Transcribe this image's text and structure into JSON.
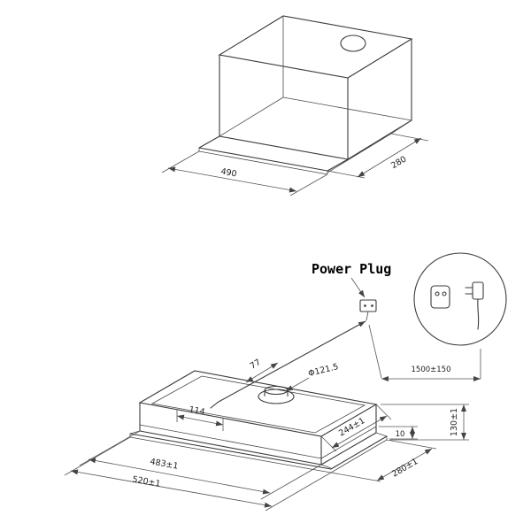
{
  "page": {
    "background": "#ffffff",
    "line_color": "#3b3b3b"
  },
  "top_figure": {
    "name": "cabinet-cutout-drawing",
    "dims": {
      "width": "490",
      "depth": "280"
    }
  },
  "bottom_figure": {
    "name": "hood-unit-drawing",
    "power_plug_label": "Power Plug",
    "dims": {
      "cord_offset": "77",
      "duct_diameter": "Φ121.5",
      "cord_length": "1500±150",
      "inner_width": "114",
      "top_depth": "244±1",
      "lip_height": "10",
      "body_height": "130±1",
      "body_width": "483±1",
      "depth": "280±1",
      "total_width": "520±1"
    }
  }
}
